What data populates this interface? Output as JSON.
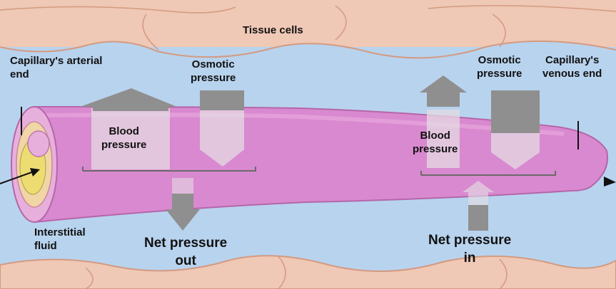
{
  "labels": {
    "tissue_cells": "Tissue cells",
    "arterial_end": [
      "Capillary's arterial",
      "end"
    ],
    "venous_end": [
      "Capillary's",
      "venous end"
    ],
    "osmotic_left": [
      "Osmotic",
      "pressure"
    ],
    "osmotic_right": [
      "Osmotic",
      "pressure"
    ],
    "blood_left": [
      "Blood",
      "pressure"
    ],
    "blood_right": [
      "Blood",
      "pressure"
    ],
    "interstitial": [
      "Interstitial",
      "fluid"
    ],
    "net_out": [
      "Net pressure",
      "out"
    ],
    "net_in": [
      "Net pressure",
      "in"
    ]
  },
  "colors": {
    "background": "#b8d3ee",
    "tissue_fill": "#efc8b6",
    "tissue_outline": "#d49a80",
    "capillary_body": "#d989cf",
    "capillary_edge": "#b566aa",
    "lumen": "#ecdc72",
    "arrow_fill": "#8f8f8f",
    "arrow_ghost": "#e4dbe3",
    "bracket": "#6a6a6a"
  }
}
